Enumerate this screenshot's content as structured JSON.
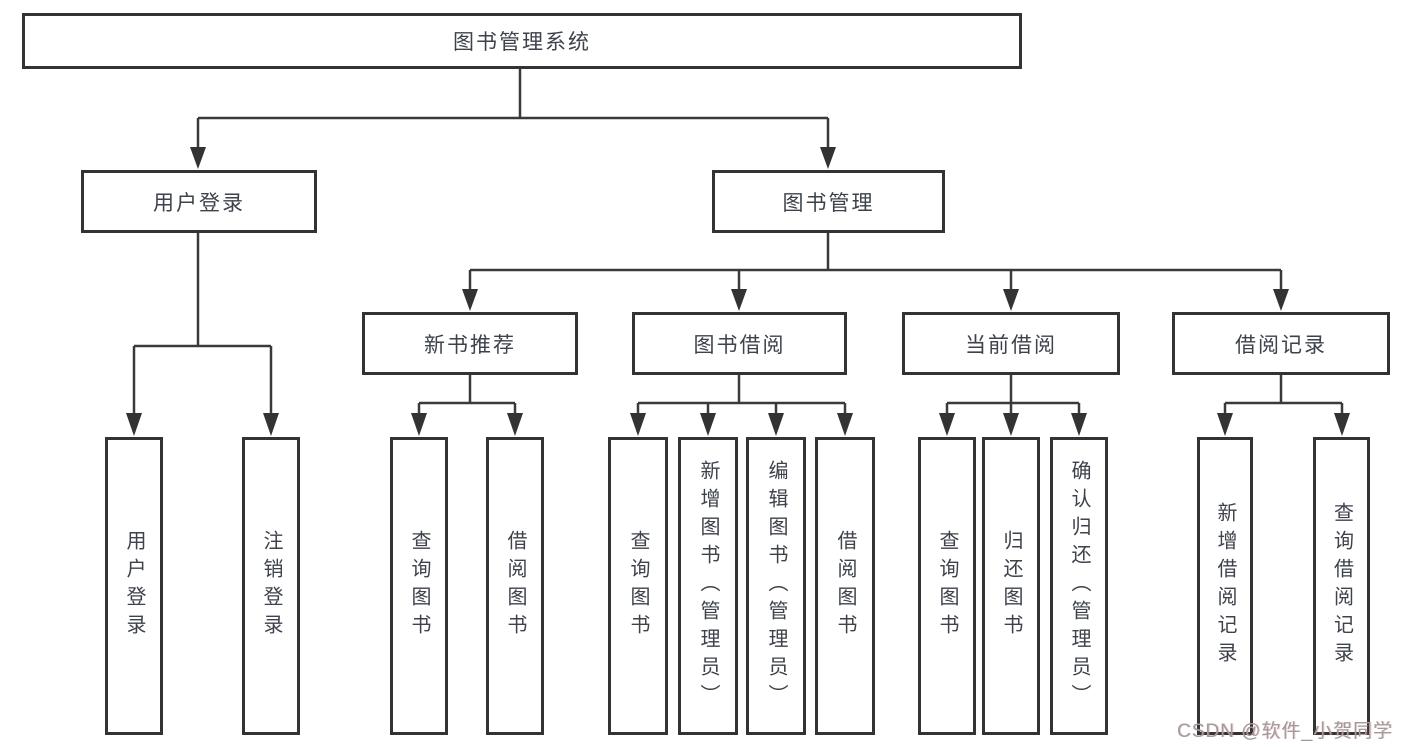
{
  "diagram_title": "图书管理系统",
  "watermark": "CSDN @软件_小贺同学",
  "colors": {
    "line": "#3a3a3a",
    "border": "#333333",
    "text": "#3d424b",
    "watermark": "#a39b9b",
    "background": "#ffffff"
  },
  "nodes": {
    "root": {
      "label": "图书管理系统"
    },
    "userLogin": {
      "label": "用户登录"
    },
    "bookMgmt": {
      "label": "图书管理"
    },
    "newBookRec": {
      "label": "新书推荐"
    },
    "bookBorrow": {
      "label": "图书借阅"
    },
    "currentBorrow": {
      "label": "当前借阅"
    },
    "borrowRecord": {
      "label": "借阅记录"
    },
    "leafUserLogin": {
      "label": "用户登录"
    },
    "leafLogout": {
      "label": "注销登录"
    },
    "leafQueryBookA": {
      "label": "查询图书"
    },
    "leafBorrowBookA": {
      "label": "借阅图书"
    },
    "leafQueryBookB": {
      "label": "查询图书"
    },
    "leafAddBook": {
      "label": "新增图书（管理员）"
    },
    "leafEditBook": {
      "label": "编辑图书（管理员）"
    },
    "leafBorrowBookB": {
      "label": "借阅图书"
    },
    "leafQueryBookC": {
      "label": "查询图书"
    },
    "leafReturnBook": {
      "label": "归还图书"
    },
    "leafConfirmReturn": {
      "label": "确认归还（管理员）"
    },
    "leafAddRecord": {
      "label": "新增借阅记录"
    },
    "leafQueryRecord": {
      "label": "查询借阅记录"
    }
  },
  "hierarchy": {
    "图书管理系统": {
      "用户登录": [
        "用户登录",
        "注销登录"
      ],
      "图书管理": {
        "新书推荐": [
          "查询图书",
          "借阅图书"
        ],
        "图书借阅": [
          "查询图书",
          "新增图书（管理员）",
          "编辑图书（管理员）",
          "借阅图书"
        ],
        "当前借阅": [
          "查询图书",
          "归还图书",
          "确认归还（管理员）"
        ],
        "借阅记录": [
          "新增借阅记录",
          "查询借阅记录"
        ]
      }
    }
  }
}
